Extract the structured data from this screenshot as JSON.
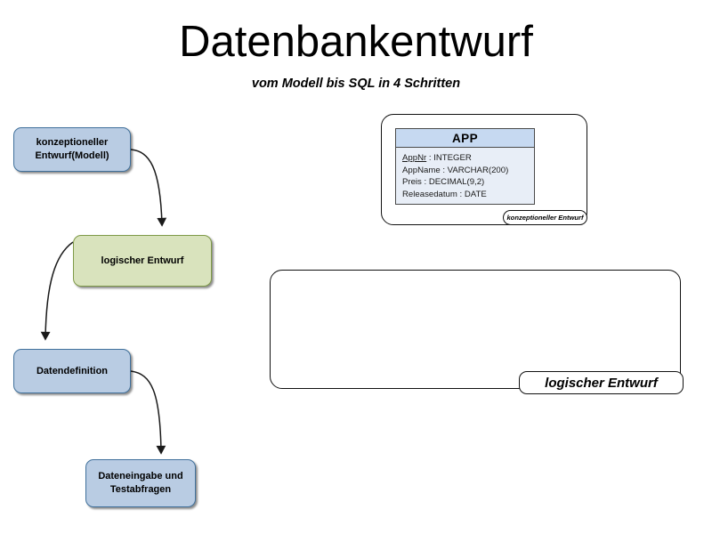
{
  "header": {
    "title": "Datenbankentwurf",
    "subtitle": "vom Modell bis SQL in 4 Schritten"
  },
  "flow": {
    "nodes": [
      {
        "id": "konzeptioneller-entwurf",
        "label": "konzeptioneller\nEntwurf(Modell)",
        "color": "#b9cce3"
      },
      {
        "id": "logischer-entwurf",
        "label": "logischer Entwurf",
        "color": "#d9e3bd"
      },
      {
        "id": "datendefinition",
        "label": "Datendefinition",
        "color": "#b9cce3"
      },
      {
        "id": "dateneingabe",
        "label": "Dateneingabe und\nTestabfragen",
        "color": "#b9cce3"
      }
    ],
    "arrows": [
      {
        "from": "konzeptioneller-entwurf",
        "to": "logischer-entwurf"
      },
      {
        "from": "logischer-entwurf",
        "to": "datendefinition"
      },
      {
        "from": "datendefinition",
        "to": "dateneingabe"
      }
    ]
  },
  "panels": [
    {
      "id": "konzeptioneller-panel",
      "caption": "konzeptioneller Entwurf",
      "entity": {
        "name": "APP",
        "attributes": [
          {
            "name": "AppNr",
            "type": "INTEGER",
            "primary_key": true
          },
          {
            "name": "AppName",
            "type": "VARCHAR(200)",
            "primary_key": false
          },
          {
            "name": "Preis",
            "type": "DECIMAL(9,2)",
            "primary_key": false
          },
          {
            "name": "Releasedatum",
            "type": "DATE",
            "primary_key": false
          }
        ]
      }
    },
    {
      "id": "logischer-panel",
      "caption": "logischer Entwurf",
      "entity": null
    }
  ],
  "colors": {
    "node_blue": "#b9cce3",
    "node_green": "#d9e3bd",
    "entity_header": "#c6d9f1",
    "entity_body": "#e8eef7",
    "outline": "#111111"
  }
}
